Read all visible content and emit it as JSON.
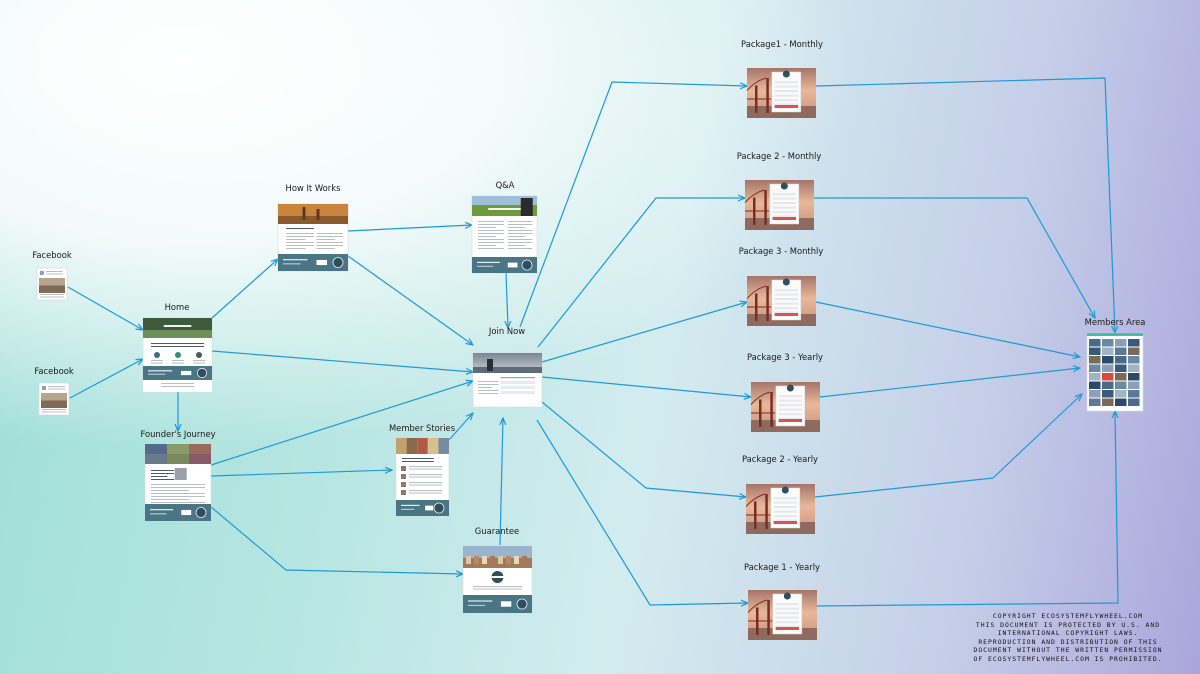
{
  "nodes": [
    {
      "id": "fb1",
      "label": "Facebook",
      "thumb": "fb"
    },
    {
      "id": "fb2",
      "label": "Facebook",
      "thumb": "fb"
    },
    {
      "id": "home",
      "label": "Home",
      "thumb": "home"
    },
    {
      "id": "how",
      "label": "How It Works",
      "thumb": "how"
    },
    {
      "id": "qa",
      "label": "Q&A",
      "thumb": "qa"
    },
    {
      "id": "join",
      "label": "Join Now",
      "thumb": "join"
    },
    {
      "id": "founder",
      "label": "Founder's Journey",
      "thumb": "founder"
    },
    {
      "id": "stories",
      "label": "Member Stories",
      "thumb": "stories"
    },
    {
      "id": "guarantee",
      "label": "Guarantee",
      "thumb": "guarantee"
    },
    {
      "id": "p1m",
      "label": "Package1 - Monthly",
      "thumb": "bridge"
    },
    {
      "id": "p2m",
      "label": "Package 2 - Monthly",
      "thumb": "bridge"
    },
    {
      "id": "p3m",
      "label": "Package 3 - Monthly",
      "thumb": "bridge"
    },
    {
      "id": "p3y",
      "label": "Package 3 - Yearly",
      "thumb": "bridge"
    },
    {
      "id": "p2y",
      "label": "Package 2 - Yearly",
      "thumb": "bridge"
    },
    {
      "id": "p1y",
      "label": "Package 1 - Yearly",
      "thumb": "bridge"
    },
    {
      "id": "members",
      "label": "Members Area",
      "thumb": "members"
    }
  ],
  "edges": [
    [
      "fb1",
      "home"
    ],
    [
      "fb2",
      "home"
    ],
    [
      "home",
      "how"
    ],
    [
      "home",
      "founder"
    ],
    [
      "home",
      "join"
    ],
    [
      "how",
      "qa"
    ],
    [
      "how",
      "join"
    ],
    [
      "qa",
      "join"
    ],
    [
      "founder",
      "join"
    ],
    [
      "founder",
      "stories"
    ],
    [
      "founder",
      "guarantee"
    ],
    [
      "stories",
      "join"
    ],
    [
      "guarantee",
      "join"
    ],
    [
      "join",
      "p1m"
    ],
    [
      "join",
      "p2m"
    ],
    [
      "join",
      "p3m"
    ],
    [
      "join",
      "p3y"
    ],
    [
      "join",
      "p2y"
    ],
    [
      "join",
      "p1y"
    ],
    [
      "p1m",
      "members"
    ],
    [
      "p2m",
      "members"
    ],
    [
      "p3m",
      "members"
    ],
    [
      "p3y",
      "members"
    ],
    [
      "p2y",
      "members"
    ],
    [
      "p1y",
      "members"
    ]
  ],
  "colors": {
    "edge": "#1d9ad6",
    "footer": "#4a7585"
  },
  "copyright": [
    "COPYRIGHT ECOSYSTEMFLYWHEEL.COM",
    "THIS DOCUMENT IS PROTECTED BY U.S. AND",
    "INTERNATIONAL COPYRIGHT LAWS.",
    "REPRODUCTION AND DISTRIBUTION OF THIS",
    "DOCUMENT WITHOUT THE WRITTEN PERMISSION",
    "OF ECOSYSTEMFLYWHEEL.COM IS PROHIBITED."
  ]
}
